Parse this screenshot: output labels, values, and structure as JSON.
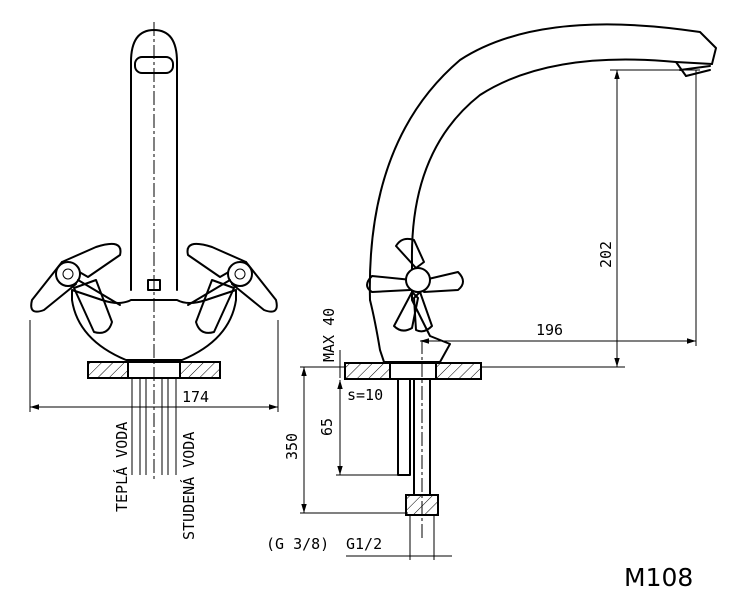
{
  "model": "M108",
  "labels": {
    "hot_water": "TEPLÁ VODA",
    "cold_water": "STUDENÁ VODA",
    "thickness": "s=10",
    "thread_main": "G1/2",
    "thread_alt": "(G 3/8)"
  },
  "dimensions": {
    "handle_span": "174",
    "spout_reach": "196",
    "spout_height": "202",
    "max_mount": "MAX 40",
    "shank_length": "65",
    "total_height": "350"
  }
}
